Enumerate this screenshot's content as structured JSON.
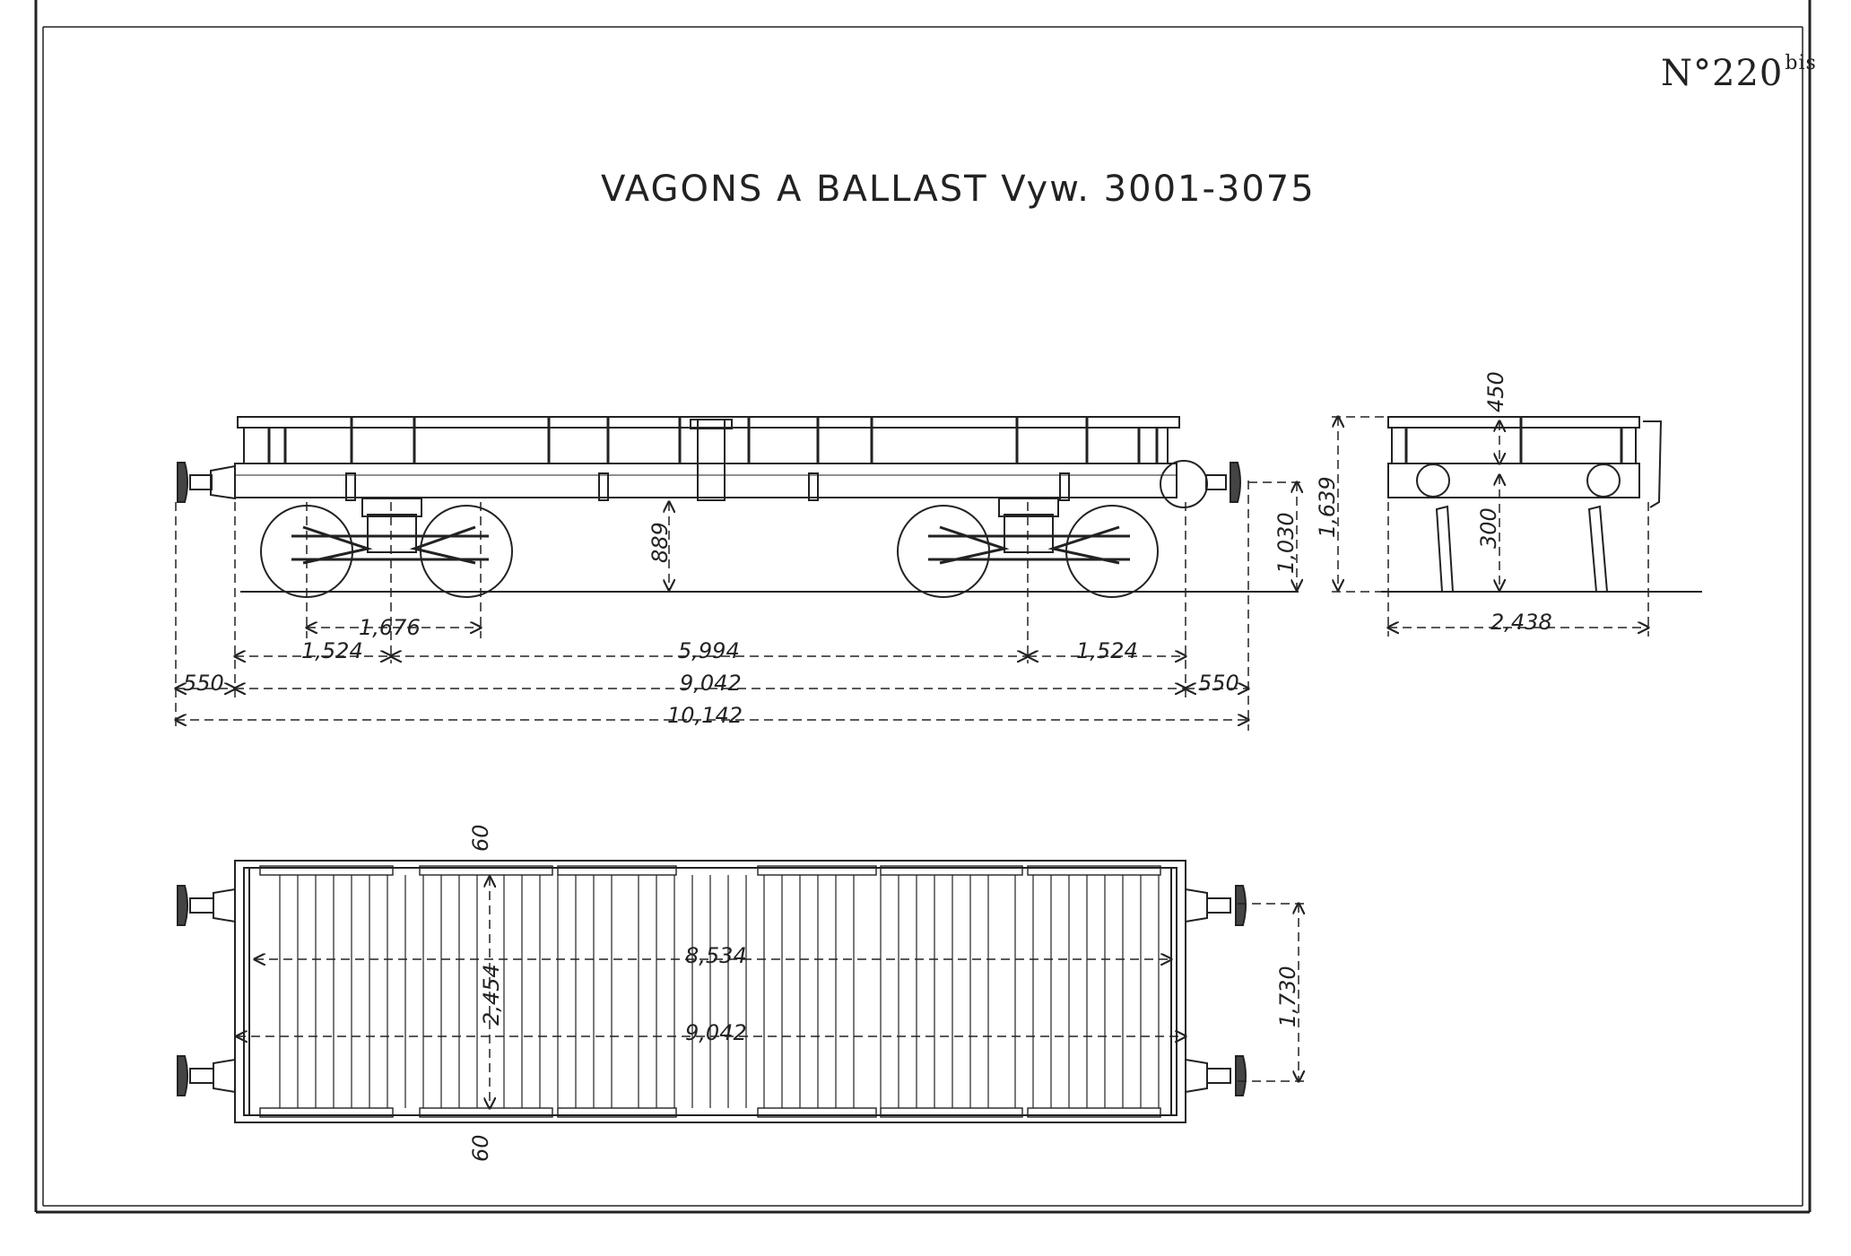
{
  "plate": {
    "number": "N°220",
    "suffix": "bis"
  },
  "title": "VAGONS A BALLAST Vyw. 3001-3075",
  "side_view": {
    "wheelbase": "1,676",
    "height_center": "889",
    "buffer_height": "1,030",
    "overhang_left": "1,524",
    "bogie_centers": "5,994",
    "overhang_right": "1,524",
    "end_left": "550",
    "body_length": "9,042",
    "end_right": "550",
    "overall_length": "10,142"
  },
  "end_view": {
    "side_height": "450",
    "bottom_clearance": "300",
    "total_height": "1,639",
    "width": "2,438"
  },
  "plan_view": {
    "edge_top": "60",
    "edge_bottom": "60",
    "inner_width": "2,454",
    "inner_length": "8,534",
    "frame_length": "9,042",
    "buffer_spacing": "1,730"
  }
}
